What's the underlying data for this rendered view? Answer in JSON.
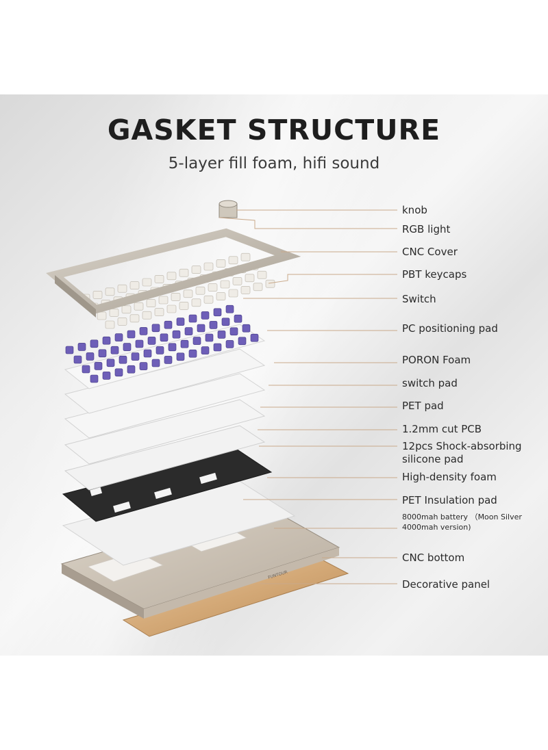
{
  "header": {
    "title": "GASKET STRUCTURE",
    "subtitle": "5-layer fill foam, hifi sound"
  },
  "brand_mark": "FUNTOUR",
  "layers": [
    {
      "label": "knob"
    },
    {
      "label": "RGB light"
    },
    {
      "label": "CNC Cover"
    },
    {
      "label": "PBT keycaps"
    },
    {
      "label": "Switch"
    },
    {
      "label": "PC positioning pad"
    },
    {
      "label": "PORON Foam"
    },
    {
      "label": "switch pad"
    },
    {
      "label": "PET pad"
    },
    {
      "label": "1.2mm cut PCB"
    },
    {
      "label": "12pcs Shock-absorbing silicone pad"
    },
    {
      "label": "High-density foam"
    },
    {
      "label": "PET Insulation pad"
    },
    {
      "label": "8000mah battery （Moon Silver 4000mah version)"
    },
    {
      "label": "CNC bottom"
    },
    {
      "label": "Decorative panel"
    }
  ],
  "colors": {
    "leader_line": "#c9a98a",
    "case": "#c9c2b7",
    "keycap": "#efece6",
    "switch": "#6e5fb8",
    "foam_black": "#2a2a2a",
    "panel_gold": "#d9b48a"
  }
}
